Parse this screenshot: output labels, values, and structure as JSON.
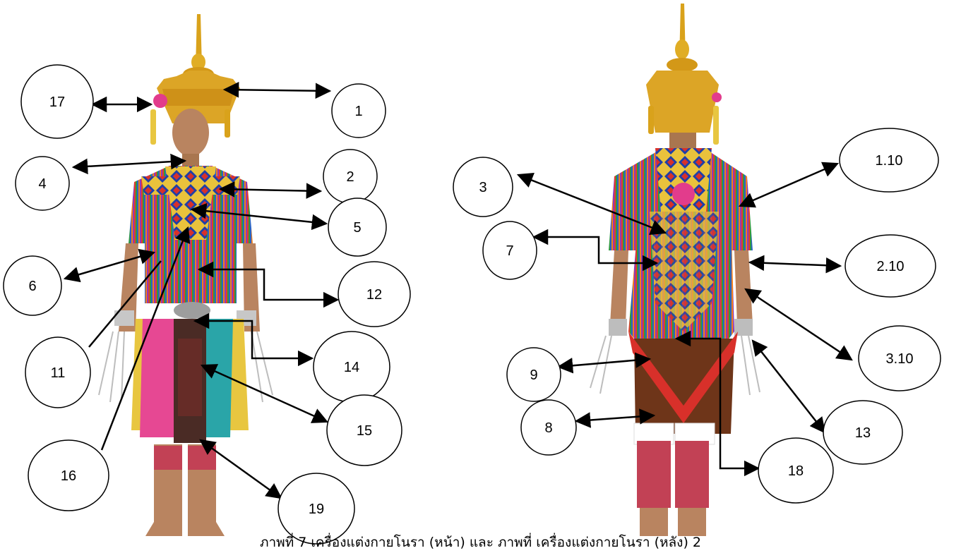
{
  "front_labels": [
    "17",
    "1",
    "4",
    "2",
    "5",
    "6",
    "12",
    "11",
    "14",
    "15",
    "16",
    "19"
  ],
  "back_labels": [
    "1.10",
    "3",
    "7",
    "2.10",
    "3.10",
    "9",
    "8",
    "13",
    "18"
  ],
  "caption": "ภาพที่ 7 เครื่องแต่งกายโนรา (หน้า) และ ภาพที่ เครื่องแต่งกายโนรา (หลัง) 2",
  "colors": {
    "line": "#000000",
    "crown": "#d9a21b",
    "skin": "#b98460",
    "pink": "#e23c8c"
  }
}
